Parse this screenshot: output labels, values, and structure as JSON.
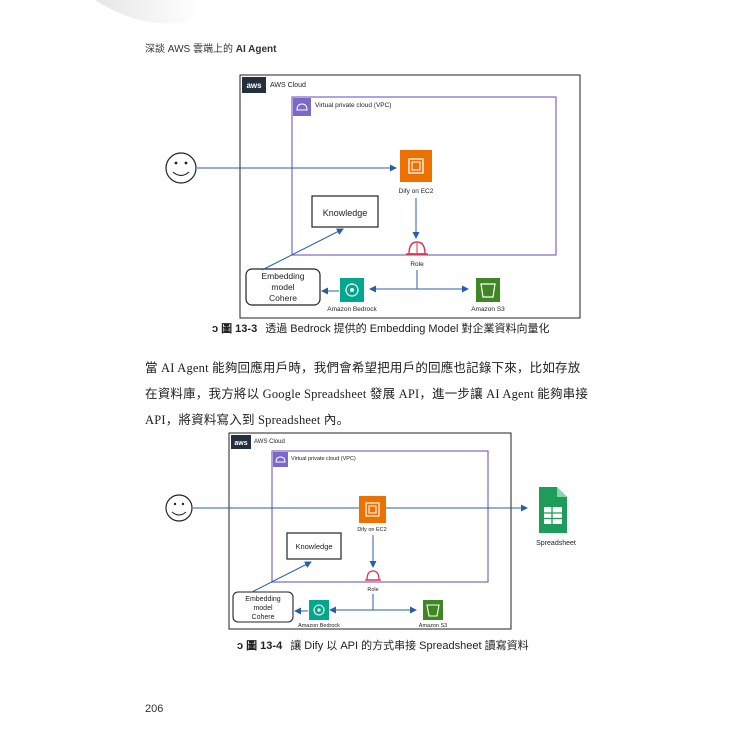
{
  "header": {
    "title_prefix": "深談 AWS 雲端上的 ",
    "title_bold": "AI Agent"
  },
  "figure1": {
    "aws_badge": "aws",
    "cloud_label": "AWS Cloud",
    "vpc_label": "Virtual private cloud (VPC)",
    "ec2_label": "Dify on EC2",
    "knowledge_label": "Knowledge",
    "role_label": "Role",
    "embedding_lines": [
      "Embedding",
      "model",
      "Cohere"
    ],
    "bedrock_label": "Amazon Bedrock",
    "s3_label": "Amazon S3",
    "caption_icon": "ↄ",
    "caption_prefix": "圖 13-3",
    "caption_text": "透過 Bedrock 提供的 Embedding Model 對企業資料向量化"
  },
  "paragraph": {
    "lines": [
      "當 AI Agent 能夠回應用戶時，我們會希望把用戶的回應也記錄下來，比如存放",
      "在資料庫，我方將以 Google Spreadsheet 發展 API，進一步讓 AI Agent 能夠串接",
      "API，將資料寫入到 Spreadsheet 內。"
    ]
  },
  "figure2": {
    "aws_badge": "aws",
    "cloud_label": "AWS Cloud",
    "vpc_label": "Virtual private cloud (VPC)",
    "ec2_label": "Dify on EC2",
    "knowledge_label": "Knowledge",
    "role_label": "Role",
    "embedding_lines": [
      "Embedding",
      "model",
      "Cohere"
    ],
    "bedrock_label": "Amazon Bedrock",
    "s3_label": "Amazon S3",
    "spreadsheet_label": "Spreadsheet",
    "caption_icon": "ↄ",
    "caption_prefix": "圖 13-4",
    "caption_text": "讓 Dify 以 API 的方式串接 Spreadsheet 讀寫資料"
  },
  "footer": {
    "page_number": "206"
  },
  "colors": {
    "vpc_border": "#7b68c9",
    "ec2_orange": "#ed7100",
    "bedrock_green": "#01a88d",
    "s3_green": "#3f8624",
    "sheets_green": "#1e9c5a",
    "role_red": "#dd344c",
    "arrow_blue": "#2a5ca8"
  }
}
